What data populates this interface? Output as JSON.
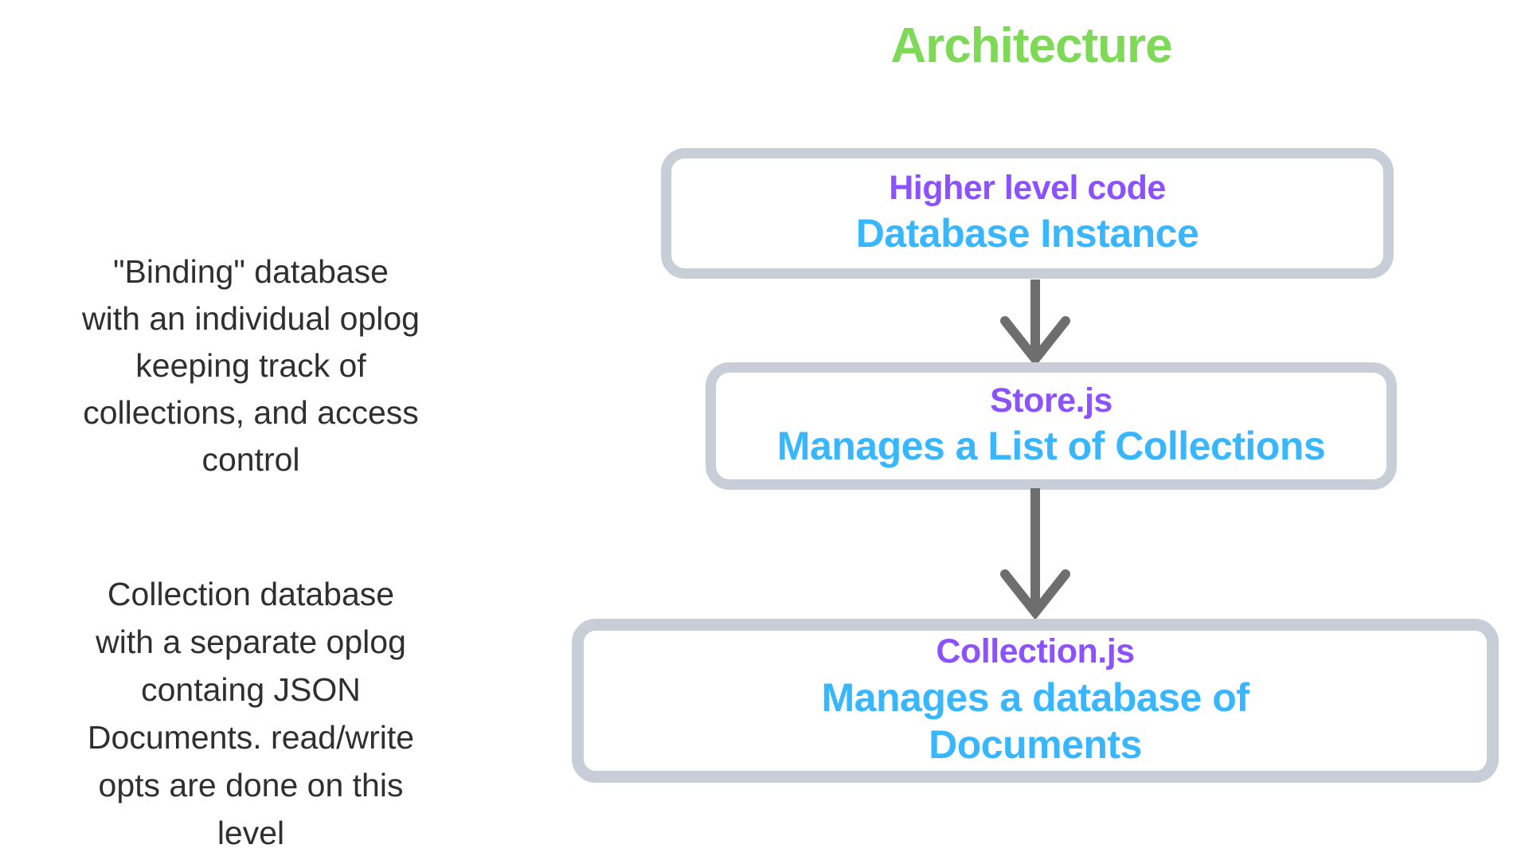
{
  "title": {
    "text": "Architecture",
    "color": "#7ed957"
  },
  "colors": {
    "title_green": "#7ed957",
    "box_subtitle_purple": "#8c52ff",
    "box_title_blue": "#38b6ff",
    "box_border_gray": "#c8ced8",
    "arrow_gray": "#6e6e6e",
    "note_text": "#2f2f2f",
    "background": "#ffffff"
  },
  "notes": [
    {
      "lines": [
        "\"Binding\" database",
        "with an individual oplog",
        "keeping track of",
        "collections, and access",
        "control"
      ]
    },
    {
      "lines": [
        "Collection database",
        "with a separate oplog",
        "containg JSON",
        "Documents. read/write",
        "opts are done on this",
        "level"
      ]
    }
  ],
  "diagram": {
    "boxes": [
      {
        "subtitle": "Higher level code",
        "title": "Database Instance"
      },
      {
        "subtitle": "Store.js",
        "title": "Manages a List of Collections"
      },
      {
        "subtitle": "Collection.js",
        "title_lines": [
          "Manages a database of",
          "Documents"
        ]
      }
    ],
    "arrows": [
      {
        "name": "arrow-database-to-store"
      },
      {
        "name": "arrow-store-to-collection"
      }
    ]
  }
}
